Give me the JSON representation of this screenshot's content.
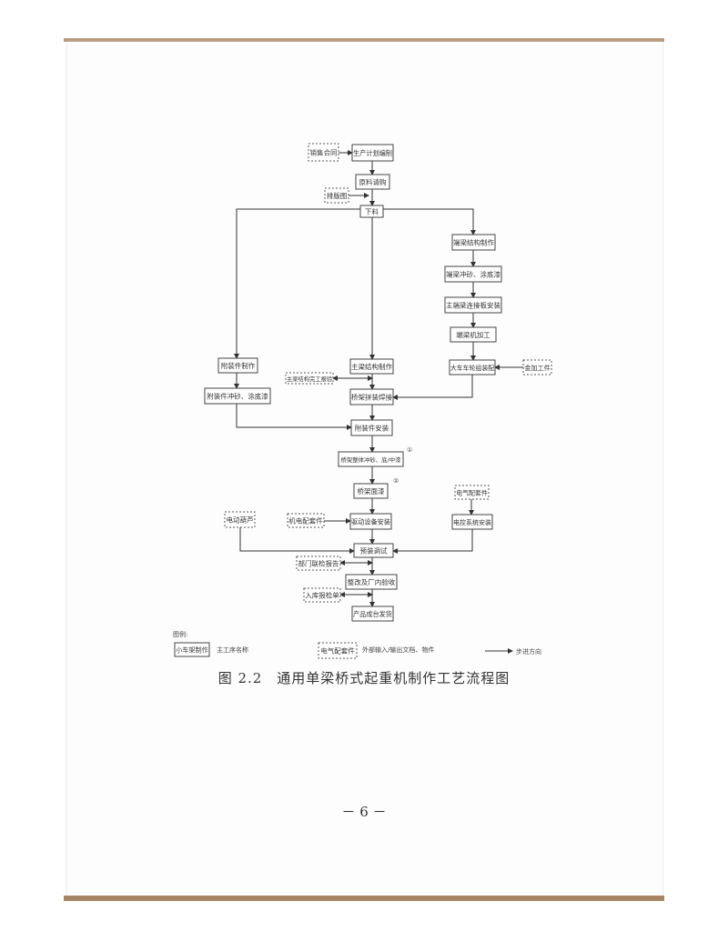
{
  "diagram": {
    "nodes": {
      "n_contract": "销售合同",
      "n_plan": "生产计划编制",
      "n_purchase": "原料请购",
      "n_layout": "排版图",
      "n_cut": "下料",
      "n_end_make": "端梁结构制作",
      "n_end_paint": "端梁冲砂、涂底漆",
      "n_end_plate": "主端梁连接板安装",
      "n_end_machine": "端梁机加工",
      "n_wheel": "大车车轮组装配",
      "n_machined": "金加工件",
      "n_acc_make": "附装件制作",
      "n_acc_paint": "附装件冲砂、涂底漆",
      "n_main_make": "主梁结构制作",
      "n_main_check": "主梁结构完工报验",
      "n_bridge_weld": "桥架拼装焊接",
      "n_acc_install": "附装件安装",
      "n_bridge_paint": "桥架整体冲砂、底/中漆",
      "n_top_paint": "桥架面漆",
      "n_elec_parts": "电气配套件",
      "n_hoist": "电动葫芦",
      "n_mech_parts": "机电配套件",
      "n_drive": "驱动设备安装",
      "n_elec_ctrl": "电控系统安装",
      "n_pretest": "预装调试",
      "n_joint_report": "部门联检报告",
      "n_accept": "整改及厂内验收",
      "n_storage": "入库报检单",
      "n_ship": "产品成台发货"
    },
    "marks": {
      "m1": "①",
      "m2": "②"
    },
    "legend": {
      "title": "图例:",
      "solid_sample": "小车架制作",
      "solid_desc": "主工序名称",
      "dashed_sample": "电气配套件",
      "dashed_desc": "外部输入/输出文档、物件",
      "arrow_desc": "步进方向"
    }
  },
  "caption": "图 2.2　通用单梁桥式起重机制作工艺流程图",
  "page_number": "－ 6 －"
}
